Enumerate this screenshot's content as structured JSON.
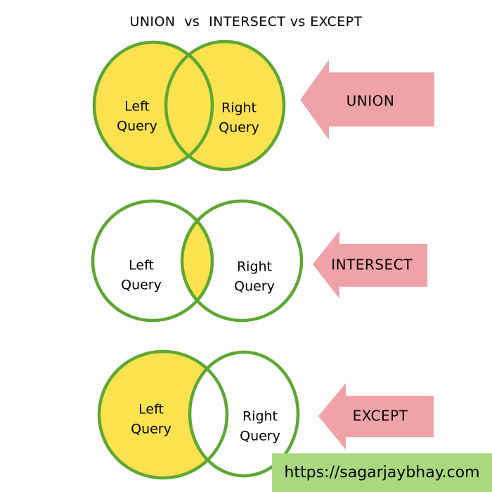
{
  "title": "UNION  vs  INTERSECT vs EXCEPT",
  "colors": {
    "yellow": "#FCE24E",
    "green": "#5DA732",
    "pink": "#F0A2A9",
    "banner_green": "#A9D97E",
    "white": "#FFFFFF",
    "text": "#000000"
  },
  "rows": [
    {
      "operation": "UNION",
      "left_label": [
        "Left",
        "Query"
      ],
      "right_label": [
        "Right",
        "Query"
      ],
      "shaded_region": "left+intersection+right"
    },
    {
      "operation": "INTERSECT",
      "left_label": [
        "Left",
        "Query"
      ],
      "right_label": [
        "Right",
        "Query"
      ],
      "shaded_region": "intersection"
    },
    {
      "operation": "EXCEPT",
      "left_label": [
        "Left",
        "Query"
      ],
      "right_label": [
        "Right",
        "Query"
      ],
      "shaded_region": "left-only"
    }
  ],
  "footer": {
    "url": "https://sagarjaybhay.com"
  }
}
